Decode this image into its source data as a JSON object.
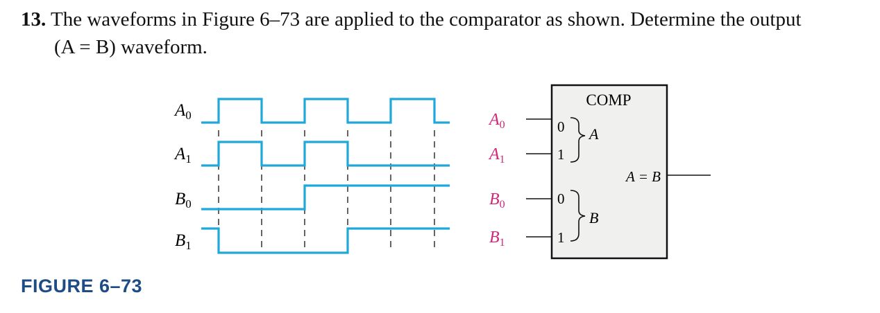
{
  "question": {
    "number": "13.",
    "line1": "The waveforms in Figure 6–73 are applied to the comparator as shown. Determine the output",
    "line2": "(A  =  B) waveform."
  },
  "figure": {
    "caption": "FIGURE 6–73",
    "waveform_color": "#1fa8dc",
    "input_label_color": "#d0277a",
    "signals": [
      {
        "name": "A",
        "sub": "0",
        "levels": [
          0,
          1,
          0,
          1,
          0,
          1,
          0
        ]
      },
      {
        "name": "A",
        "sub": "1",
        "levels": [
          0,
          1,
          0,
          1,
          0,
          0,
          0
        ]
      },
      {
        "name": "B",
        "sub": "0",
        "levels": [
          0,
          0,
          0,
          1,
          1,
          1,
          1
        ]
      },
      {
        "name": "B",
        "sub": "1",
        "levels": [
          1,
          0,
          0,
          0,
          1,
          1,
          1
        ]
      }
    ],
    "comparator": {
      "title": "COMP",
      "pin0": "0",
      "pin1": "1",
      "group_a": "A",
      "group_b": "B",
      "output": "A = B"
    },
    "inputs": [
      {
        "name": "A",
        "sub": "0"
      },
      {
        "name": "A",
        "sub": "1"
      },
      {
        "name": "B",
        "sub": "0"
      },
      {
        "name": "B",
        "sub": "1"
      }
    ]
  }
}
